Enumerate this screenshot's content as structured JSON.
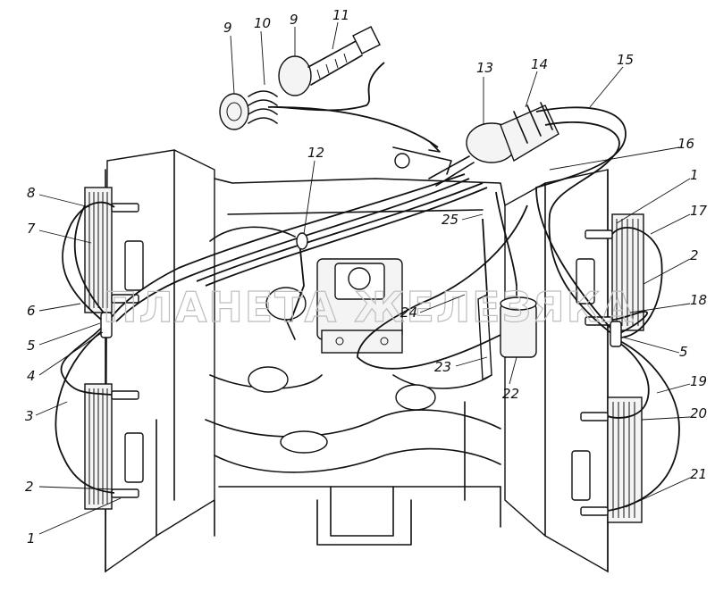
{
  "watermark": "ПЛАНЕТА ЖЕЛЕЗЯКА",
  "callouts": [
    {
      "id": "c9a",
      "label": "9"
    },
    {
      "id": "c10",
      "label": "10"
    },
    {
      "id": "c9b",
      "label": "9"
    },
    {
      "id": "c11",
      "label": "11"
    },
    {
      "id": "c12",
      "label": "12"
    },
    {
      "id": "c13",
      "label": "13"
    },
    {
      "id": "c14",
      "label": "14"
    },
    {
      "id": "c15",
      "label": "15"
    },
    {
      "id": "c16",
      "label": "16"
    },
    {
      "id": "c1r",
      "label": "1"
    },
    {
      "id": "c17",
      "label": "17"
    },
    {
      "id": "c2r",
      "label": "2"
    },
    {
      "id": "c18",
      "label": "18"
    },
    {
      "id": "c5r",
      "label": "5"
    },
    {
      "id": "c19",
      "label": "19"
    },
    {
      "id": "c20",
      "label": "20"
    },
    {
      "id": "c21",
      "label": "21"
    },
    {
      "id": "c8",
      "label": "8"
    },
    {
      "id": "c7",
      "label": "7"
    },
    {
      "id": "c6",
      "label": "6"
    },
    {
      "id": "c5l",
      "label": "5"
    },
    {
      "id": "c4",
      "label": "4"
    },
    {
      "id": "c3",
      "label": "3"
    },
    {
      "id": "c2l",
      "label": "2"
    },
    {
      "id": "c1l",
      "label": "1"
    },
    {
      "id": "c22",
      "label": "22"
    },
    {
      "id": "c23",
      "label": "23"
    },
    {
      "id": "c24",
      "label": "24"
    },
    {
      "id": "c25",
      "label": "25"
    }
  ]
}
